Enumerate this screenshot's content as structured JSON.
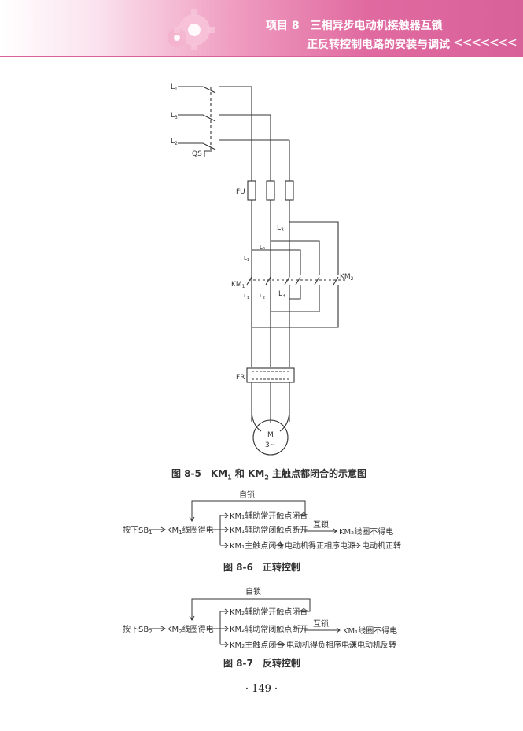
{
  "header": {
    "line1": "项目 8　三相异步电动机接触器互锁",
    "line2": "正反转控制电路的安装与调试",
    "chevrons": "<<<<<<<"
  },
  "circuit": {
    "labels": {
      "l1": "L",
      "l1_sub": "1",
      "l2": "L",
      "l2_sub": "2",
      "l3": "L",
      "l3_sub": "3",
      "qs": "QS",
      "fu": "FU",
      "km1": "KM",
      "km1_sub": "1",
      "km2": "KM",
      "km2_sub": "2",
      "fr": "FR",
      "motor_m": "M",
      "motor_3": "3~",
      "inner_l3a": "L",
      "inner_l3a_sub": "3",
      "inner_l3b": "L",
      "inner_l3b_sub": "3",
      "inner_l1a": "L",
      "inner_l1a_sub": "1",
      "inner_l1b": "L",
      "inner_l1b_sub": "1",
      "inner_l2a": "L",
      "inner_l2a_sub": "2",
      "inner_l2b": "L",
      "inner_l2b_sub": "2"
    }
  },
  "fig85": {
    "prefix": "图 8-5　KM",
    "sub1": "1",
    "mid": " 和 KM",
    "sub2": "2",
    "suffix": " 主触点都闭合的示意图"
  },
  "fig86": {
    "caption": "图 8-6　正转控制",
    "start": "按下SB",
    "start_sub": "1",
    "coil": "KM",
    "coil_sub": "1",
    "coil_suffix": "线圈得电",
    "selflock": "自锁",
    "branch1": "KM₁辅助常开触点闭合",
    "branch2": "KM₁辅助常闭触点断开",
    "branch3": "KM₁主触点闭合",
    "interlock": "互锁",
    "result2": "KM₂线圈不得电",
    "result3a": "电动机得正相序电源",
    "result3b": "电动机正转"
  },
  "fig87": {
    "caption": "图 8-7　反转控制",
    "start": "按下SB",
    "start_sub": "2",
    "coil": "KM",
    "coil_sub": "2",
    "coil_suffix": "线圈得电",
    "selflock": "自锁",
    "branch1": "KM₂辅助常开触点闭合",
    "branch2": "KM₂辅助常闭触点断开",
    "branch3": "KM₂主触点闭合",
    "interlock": "互锁",
    "result2": "KM₁线圈不得电",
    "result3a": "电动机得负相序电源",
    "result3b": "电动机反转"
  },
  "page": {
    "number": "· 149 ·"
  },
  "colors": {
    "accent": "#d9619a",
    "header_light": "#fbe3ee"
  }
}
